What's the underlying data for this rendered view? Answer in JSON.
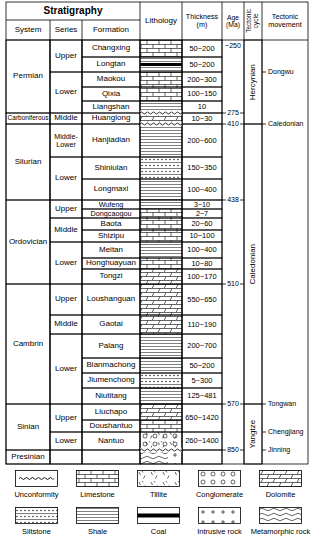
{
  "diagram": {
    "labels": [
      "Stratigraphy",
      "System",
      "Series",
      "Formation",
      "Lithology",
      "Thickness (m)",
      "Age (Ma)",
      "Tectonic cycle",
      "Tectonic movement",
      "Permian",
      "Carboniferous",
      "Silurian",
      "Ordovician",
      "Cambrin",
      "Sinian",
      "Presinian",
      "Upper",
      "Lower",
      "Middle",
      "Middle-Lower",
      "Lower",
      "Upper",
      "Middle",
      "Lower",
      "Upper",
      "Middle",
      "Lower",
      "Upper",
      "Lower",
      "Changxing",
      "Longtan",
      "Maokou",
      "Qixia",
      "Liangshan",
      "Huanglong",
      "Hanjiadian",
      "Shiniulan",
      "Longmaxi",
      "Wufeng",
      "Dongcaogou",
      "Baota",
      "Shizipu",
      "Meitan",
      "Honghuayuan",
      "Tongzi",
      "Loushanguan",
      "Gaotai",
      "Palang",
      "Bianmachong",
      "Jiumenchong",
      "Niutitang",
      "Liuchapo",
      "Doushantuo",
      "Nantuo",
      "50~200",
      "50~200",
      "200~300",
      "100~150",
      "10",
      "10~30",
      "200~600",
      "150~350",
      "100~400",
      "3~10",
      "2~7",
      "20~60",
      "10~100",
      "100~400",
      "10~80",
      "100~170",
      "550~650",
      "110~190",
      "200~700",
      "50~200",
      "5~300",
      "125~481",
      "650~1420",
      "260~1400",
      "~250",
      "275",
      "410",
      "438",
      "510",
      "570",
      "850",
      "Hercynian",
      "Caledonian",
      "Yangtze",
      "Dongwu",
      "Caledonian",
      "Tongwan",
      "Chengjiang",
      "Jinning"
    ],
    "legend": [
      {
        "text": "Unconformity"
      },
      {
        "text": "Limestone"
      },
      {
        "text": "Tillite"
      },
      {
        "text": "Conglomerate"
      },
      {
        "text": "Dolomite"
      },
      {
        "text": "Siltstone"
      },
      {
        "text": "Shale"
      },
      {
        "text": "Coal"
      },
      {
        "text": "Intrusive rock"
      },
      {
        "text": "Metamorphic rock"
      }
    ]
  }
}
